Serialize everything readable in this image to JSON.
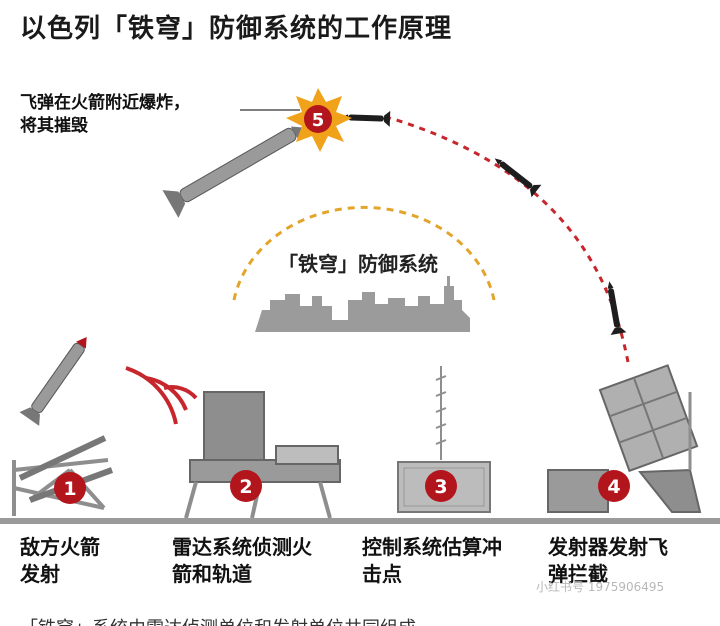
{
  "title": "以色列「铁穹」防御系统的工作原理",
  "callout": {
    "line1": "飞弹在火箭附近爆炸，",
    "line2": "将其摧毁"
  },
  "city_label": "「铁穹」防御系统",
  "steps": [
    {
      "number": "1",
      "line1": "敌方火箭",
      "line2": "发射"
    },
    {
      "number": "2",
      "line1": "雷达系统侦测火",
      "line2": "箭和轨道"
    },
    {
      "number": "3",
      "line1": "控制系统估算冲",
      "line2": "击点"
    },
    {
      "number": "4",
      "line1": "发射器发射飞",
      "line2": "弹拦截"
    },
    {
      "number": "5"
    }
  ],
  "watermark": "小红书号 1975906495",
  "bottom_text": "「铁穹」系统由雷达侦测单位和发射单位共同组成",
  "colors": {
    "marker_red": "#b3151c",
    "structure_gray": "#8e8e8e",
    "ground_gray": "#9a9a9a",
    "arc_yellow": "#e3a42a",
    "trajectory_red": "#c6262c",
    "explosion_yellow": "#f0a21a"
  }
}
